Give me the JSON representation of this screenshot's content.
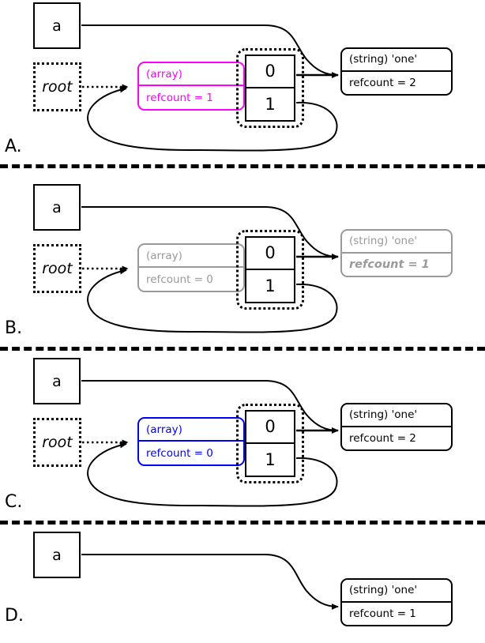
{
  "diagram": {
    "title_context": "PHP reference counting / garbage collection states",
    "colors": {
      "magenta": "#FF00FF",
      "blue": "#0000FF",
      "gray": "#9a9a9a",
      "black": "#000000"
    },
    "panels": [
      {
        "letter": "A.",
        "variable_label": "a",
        "root_label": "root",
        "array": {
          "type_label": "(array)",
          "refcount_label": "refcount = 1",
          "color": "magenta",
          "indices": [
            "0",
            "1"
          ]
        },
        "string": {
          "type_label": "(string) 'one'",
          "refcount_label": "refcount = 2",
          "color": "black"
        }
      },
      {
        "letter": "B.",
        "variable_label": "a",
        "root_label": "root",
        "array": {
          "type_label": "(array)",
          "refcount_label": "refcount = 0",
          "color": "gray",
          "indices": [
            "0",
            "1"
          ]
        },
        "string": {
          "type_label": "(string) 'one'",
          "refcount_label": "refcount = 1",
          "color": "gray"
        }
      },
      {
        "letter": "C.",
        "variable_label": "a",
        "root_label": "root",
        "array": {
          "type_label": "(array)",
          "refcount_label": "refcount = 0",
          "color": "blue",
          "indices": [
            "0",
            "1"
          ]
        },
        "string": {
          "type_label": "(string) 'one'",
          "refcount_label": "refcount = 2",
          "color": "black"
        }
      },
      {
        "letter": "D.",
        "variable_label": "a",
        "string": {
          "type_label": "(string) 'one'",
          "refcount_label": "refcount = 1",
          "color": "black"
        }
      }
    ]
  }
}
